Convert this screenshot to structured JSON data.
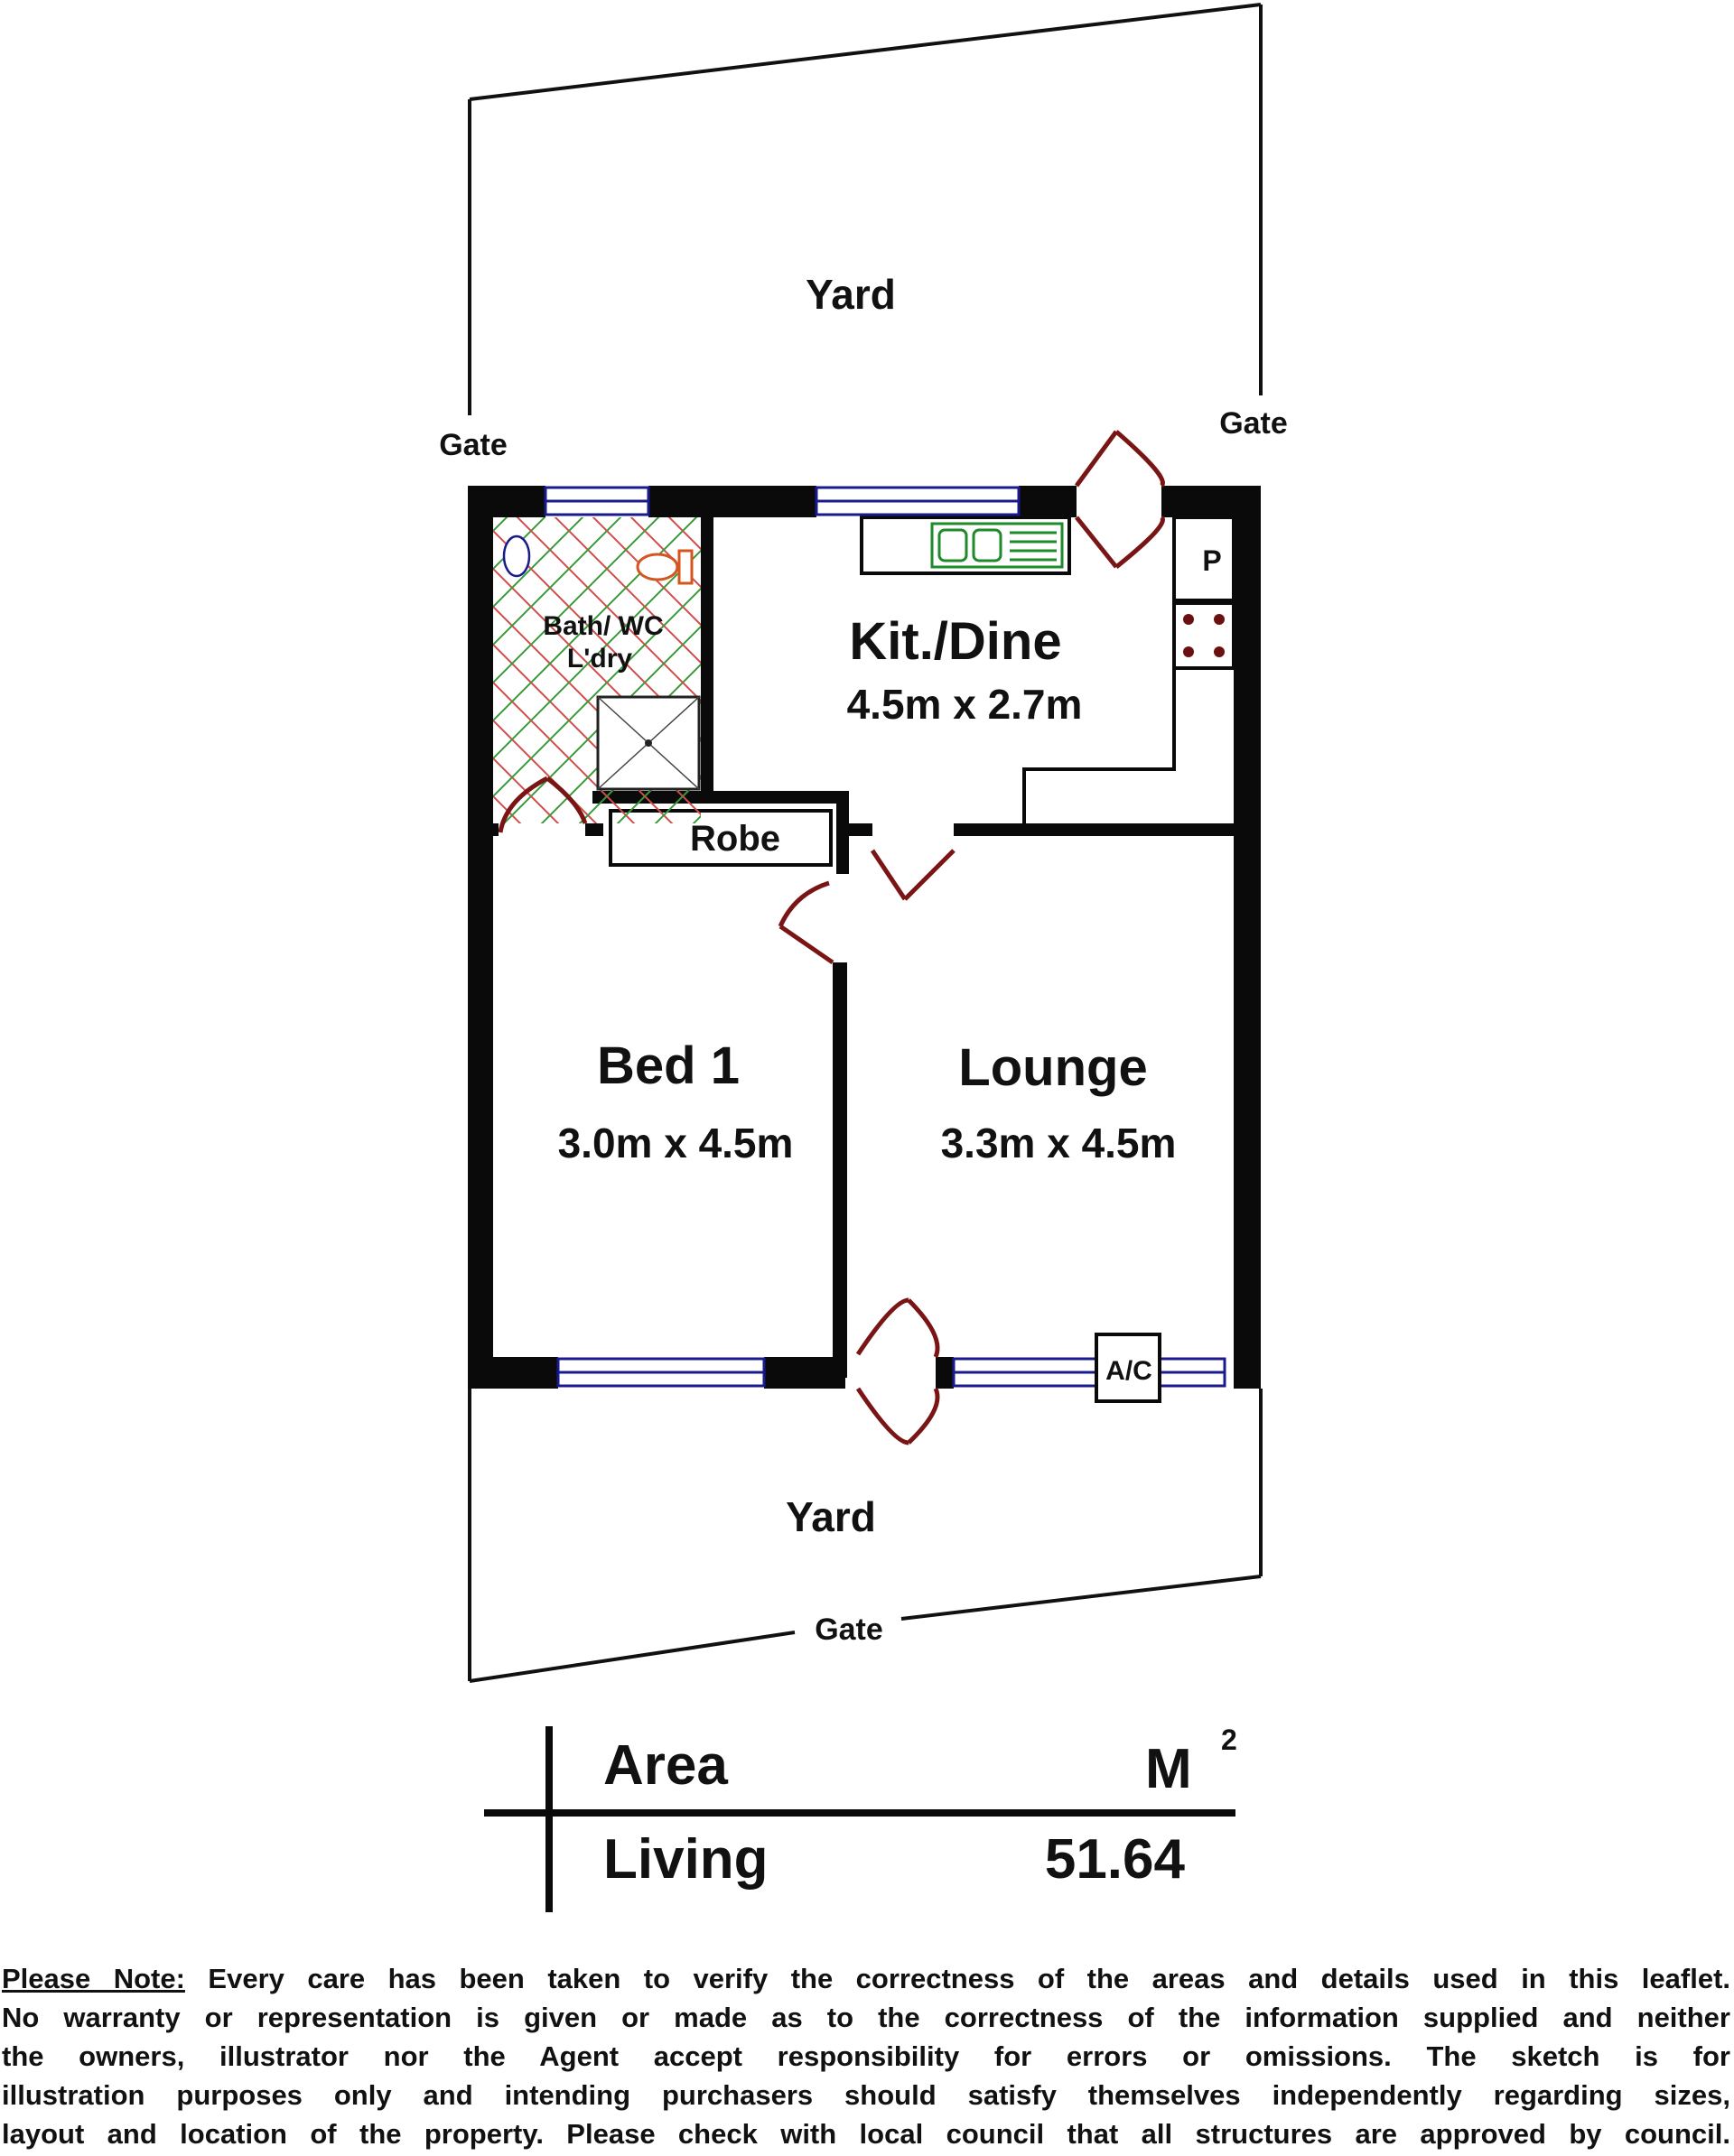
{
  "yard_top_label": "Yard",
  "yard_bottom_label": "Yard",
  "gate_left_label": "Gate",
  "gate_right_label": "Gate",
  "gate_bottom_label": "Gate",
  "rooms": {
    "bath": {
      "line1": "Bath/ WC",
      "line2": "L'dry"
    },
    "kitchen": {
      "name": "Kit./Dine",
      "size": "4.5m x 2.7m"
    },
    "robe": {
      "name": "Robe"
    },
    "pantry": {
      "name": "P"
    },
    "bed1": {
      "name": "Bed 1",
      "size": "3.0m x 4.5m"
    },
    "lounge": {
      "name": "Lounge",
      "size": "3.3m x 4.5m"
    },
    "ac": {
      "name": "A/C"
    }
  },
  "area_table": {
    "header_left": "Area",
    "header_right": "M",
    "header_sup": "2",
    "row_label": "Living",
    "row_value": "51.64"
  },
  "note": {
    "lead": "Please Note:",
    "line1": " Every care has been taken to verify the correctness of the areas and details used in this leaflet.",
    "line2": "No warranty or representation is given or made as to the correctness of the information supplied and neither",
    "line3": "the owners, illustrator nor the Agent accept responsibility for errors or omissions. The sketch is for",
    "line4": "illustration purposes only and intending purchasers should satisfy themselves independently regarding sizes,",
    "line5": "layout and location of the property. Please check with local council that all structures are approved by council."
  },
  "colors": {
    "wall": "#0a0a0a",
    "door": "#7a1515",
    "window": "#1a1a8c",
    "tile_red": "#d44b4b",
    "tile_green": "#3a9a3a",
    "sink_green": "#1f8a2a",
    "toilet_orange": "#d4561e"
  }
}
